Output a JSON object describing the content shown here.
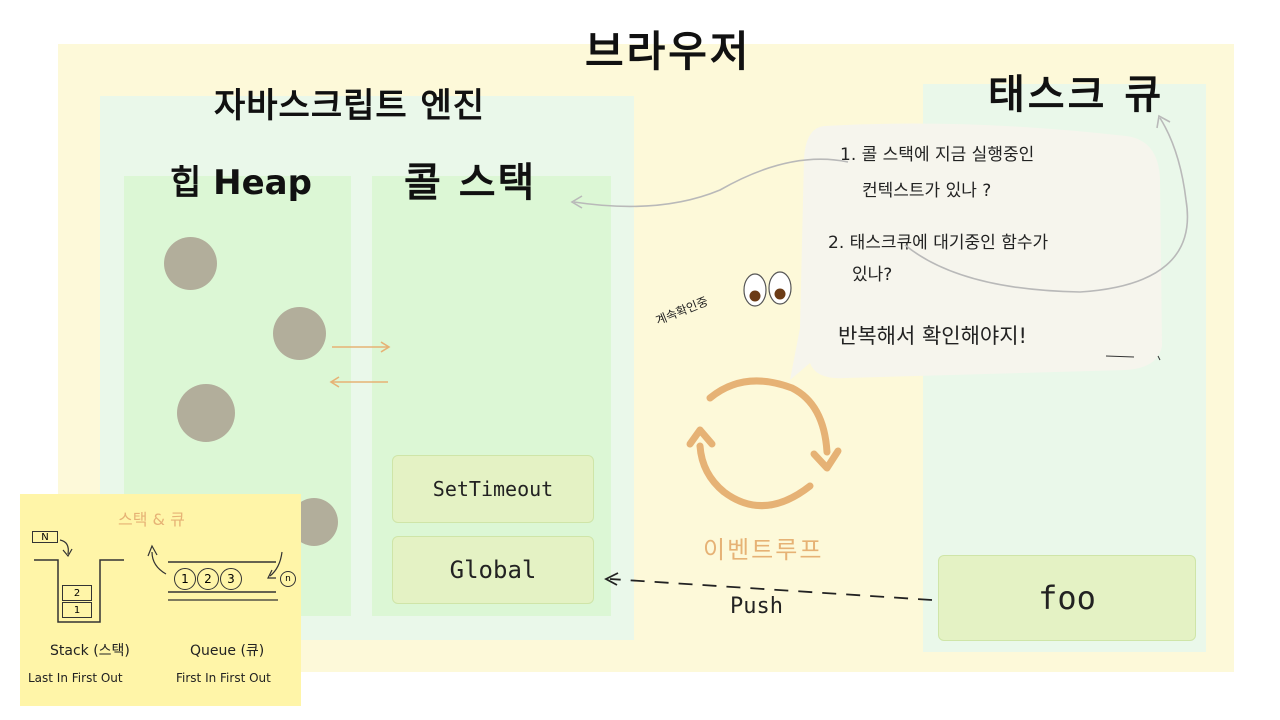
{
  "browser": {
    "title": "브라우저"
  },
  "engine": {
    "title": "자바스크립트 엔진",
    "heap": {
      "title": "힙 Heap"
    },
    "call_stack": {
      "title": "콜 스택",
      "frames": [
        "SetTimeout",
        "Global"
      ]
    }
  },
  "task_queue": {
    "title": "태스크 큐",
    "items": [
      "foo"
    ]
  },
  "event_loop": {
    "label": "이벤트루프",
    "watching": "계속확인중",
    "push_label": "Push"
  },
  "notes": {
    "q1_line1": "1. 콜 스택에 지금 실행중인",
    "q1_line2": "컨텍스트가 있나 ?",
    "q2_line1": "2. 태스크큐에 대기중인 함수가",
    "q2_line2": "있나?",
    "conclusion": "반복해서 확인해야지!"
  },
  "legend": {
    "title": "스택 & 큐",
    "stack_label": "Stack (스택)",
    "stack_rule": "Last In First Out",
    "queue_label": "Queue (큐)",
    "queue_rule": "First In First Out",
    "stack_items": [
      "2",
      "1"
    ],
    "stack_new": "N",
    "queue_items": [
      "1",
      "2",
      "3"
    ],
    "queue_new": "n"
  },
  "colors": {
    "browser_bg": "#fdf9d9",
    "engine_bg": "#eaf8ea",
    "panel_bg": "#dcf7d5",
    "frame_bg": "#e4f2c4",
    "heap_dot": "#b2ae9b",
    "accent_orange": "#e6b275",
    "legend_bg": "#fff5a8"
  }
}
